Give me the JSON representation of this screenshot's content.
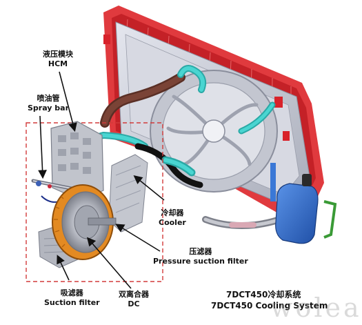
{
  "labels": {
    "hcm_cn": "液压模块",
    "hcm_en": "HCM",
    "spray_cn": "喷油管",
    "spray_en": "Spray bar",
    "cooler_cn": "冷却器",
    "cooler_en": "Cooler",
    "pressure_cn": "压滤器",
    "pressure_en": "Pressure suction filter",
    "suction_cn": "吸滤器",
    "suction_en": "Suction filter",
    "dc_cn": "双离合器",
    "dc_en": "DC"
  },
  "title": {
    "cn": "7DCT450冷却系统",
    "en": "7DCT450 Cooling System"
  },
  "watermark": "wolear",
  "colors": {
    "radiator_frame": "#d8222a",
    "fan_shroud": "#c9ccd6",
    "hose_cyan": "#35c6c3",
    "hose_brown": "#6b3a2e",
    "hose_black": "#1b1b1b",
    "reservoir_blue": "#2f6fd0",
    "clutch_orange": "#e38a22",
    "hcm_grey": "#b9bcc4",
    "dashed_box": "#d23a3a"
  }
}
